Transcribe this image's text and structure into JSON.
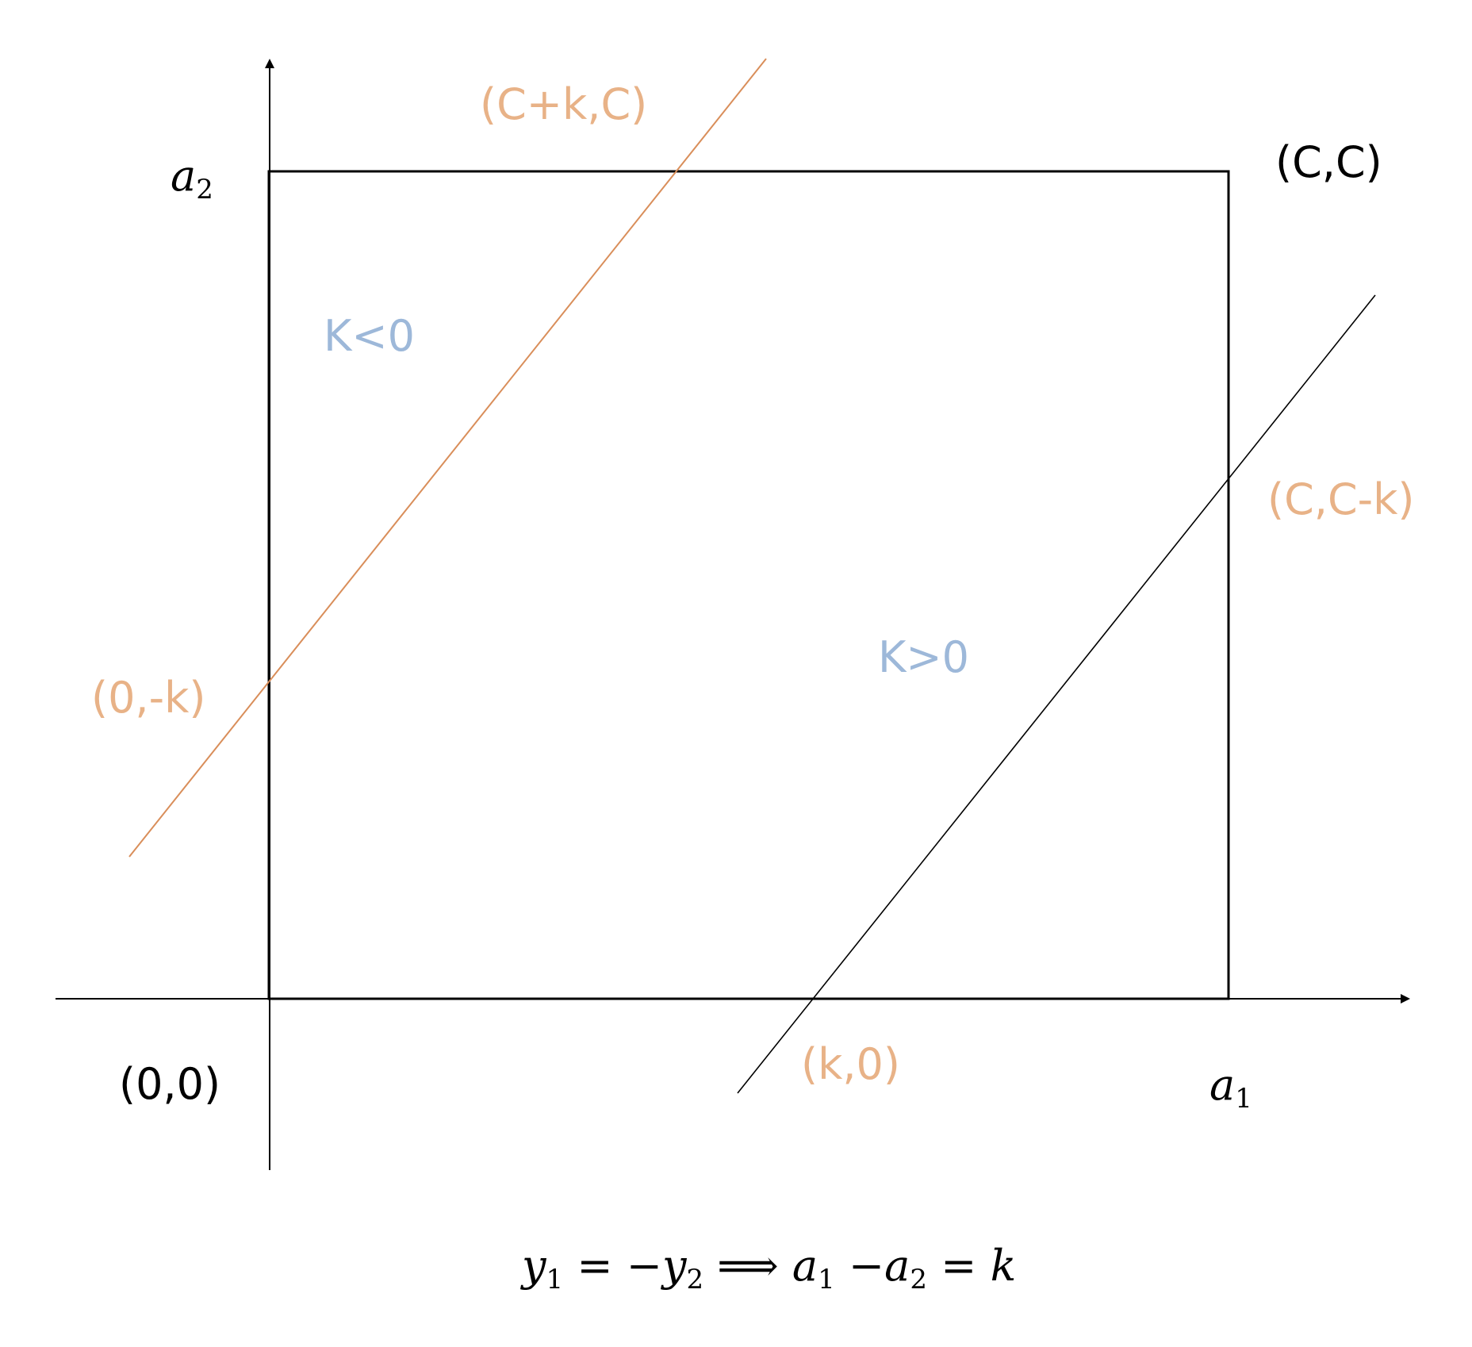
{
  "colors": {
    "black": "#000000",
    "orange_line": "#D98E5A",
    "orange_text": "#E8B287",
    "blue_text": "#9DB8D9"
  },
  "axes": {
    "x_label_base": "a",
    "x_label_sub": "1",
    "y_label_base": "a",
    "y_label_sub": "2"
  },
  "points": {
    "origin": "(0,0)",
    "corner_cc": "(C,C)",
    "c_plus_k": "(C+k,C)",
    "zero_minus_k": "(0,-k)",
    "c_c_minus_k": "(C,C-k)",
    "k_zero": "(k,0)"
  },
  "regions": {
    "k_negative": "K<0",
    "k_positive": "K>0"
  },
  "equation": {
    "y1_base": "y",
    "y1_sub": "1",
    "eq1": " = −",
    "y2_base": "y",
    "y2_sub": "2",
    "implies": " ⟹ ",
    "a1_base": "a",
    "a1_sub": "1",
    "minus": " −",
    "a2_base": "a",
    "a2_sub": "2",
    "eq2": " = ",
    "rhs": "k"
  }
}
